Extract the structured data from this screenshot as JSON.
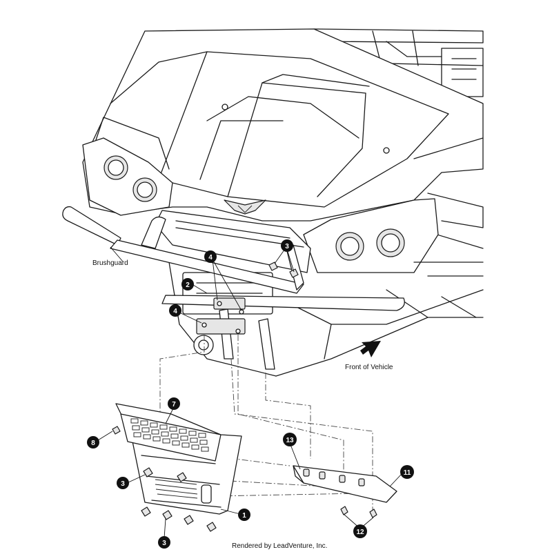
{
  "labels": {
    "brushguard": "Brushguard",
    "front_of_vehicle": "Front of Vehicle",
    "footer": "Rendered by LeadVenture, Inc."
  },
  "callouts": {
    "c1": "1",
    "c2": "2",
    "c3a": "3",
    "c3b": "3",
    "c3c": "3",
    "c4a": "4",
    "c4b": "4",
    "c7": "7",
    "c8": "8",
    "c11": "11",
    "c12": "12",
    "c13": "13"
  },
  "icons": {
    "direction_arrow": "front-direction-arrow-icon"
  }
}
